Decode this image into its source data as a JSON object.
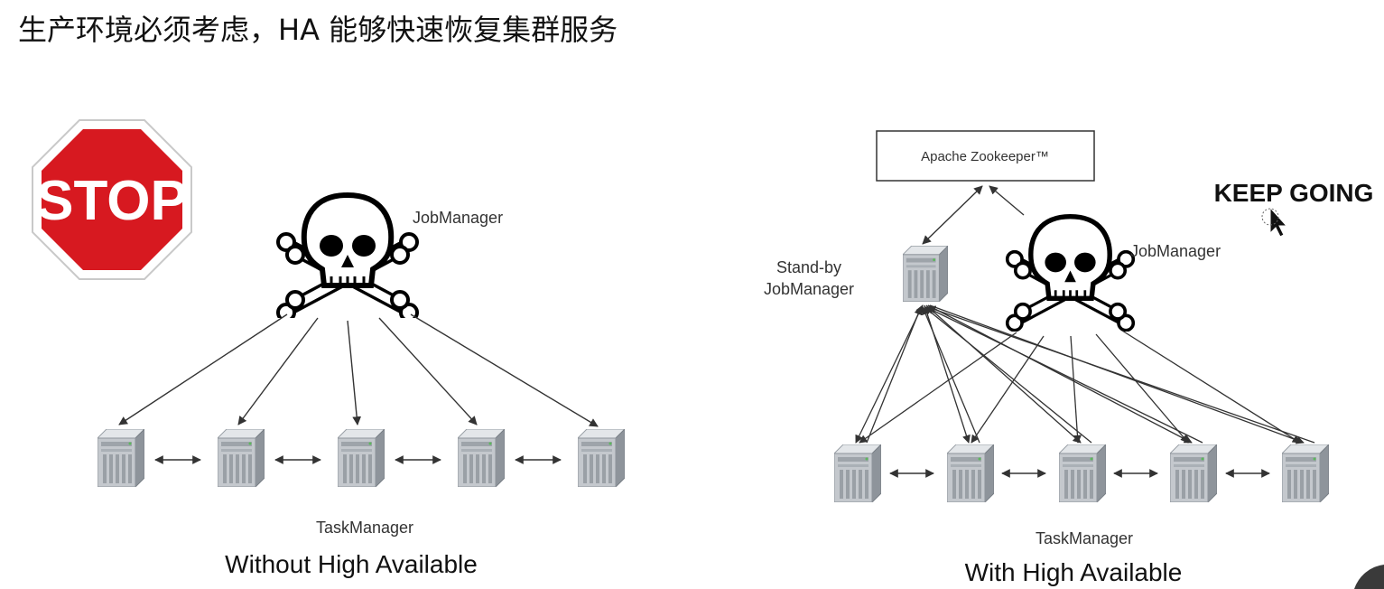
{
  "title": "生产环境必须考虑，HA 能够快速恢复集群服务",
  "left": {
    "stop_sign_text": "STOP",
    "jobmanager_label": "JobManager",
    "taskmanager_label": "TaskManager",
    "caption": "Without High Available"
  },
  "right": {
    "zookeeper_label": "Apache Zookeeper™",
    "standby_label_line1": "Stand-by",
    "standby_label_line2": "JobManager",
    "jobmanager_label": "JobManager",
    "keep_going": "KEEP GOING",
    "taskmanager_label": "TaskManager",
    "caption": "With High Available"
  },
  "colors": {
    "stop_red": "#d71920",
    "server_body": "#b9bec4",
    "arrow": "#333333"
  }
}
